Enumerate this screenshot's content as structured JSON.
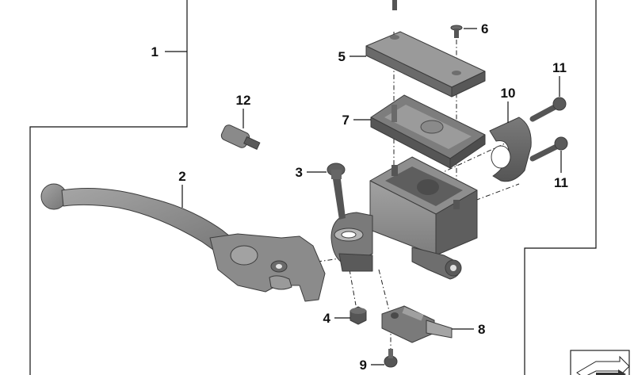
{
  "callouts": {
    "c1": "1",
    "c2": "2",
    "c3": "3",
    "c4": "4",
    "c5": "5",
    "c6": "6",
    "c7": "7",
    "c8": "8",
    "c9": "9",
    "c10": "10",
    "c11a": "11",
    "c11b": "11",
    "c12": "12"
  },
  "colors": {
    "part_light": "#8e8e8e",
    "part_mid": "#777777",
    "part_dark": "#5a5a5a",
    "line": "#111111"
  }
}
